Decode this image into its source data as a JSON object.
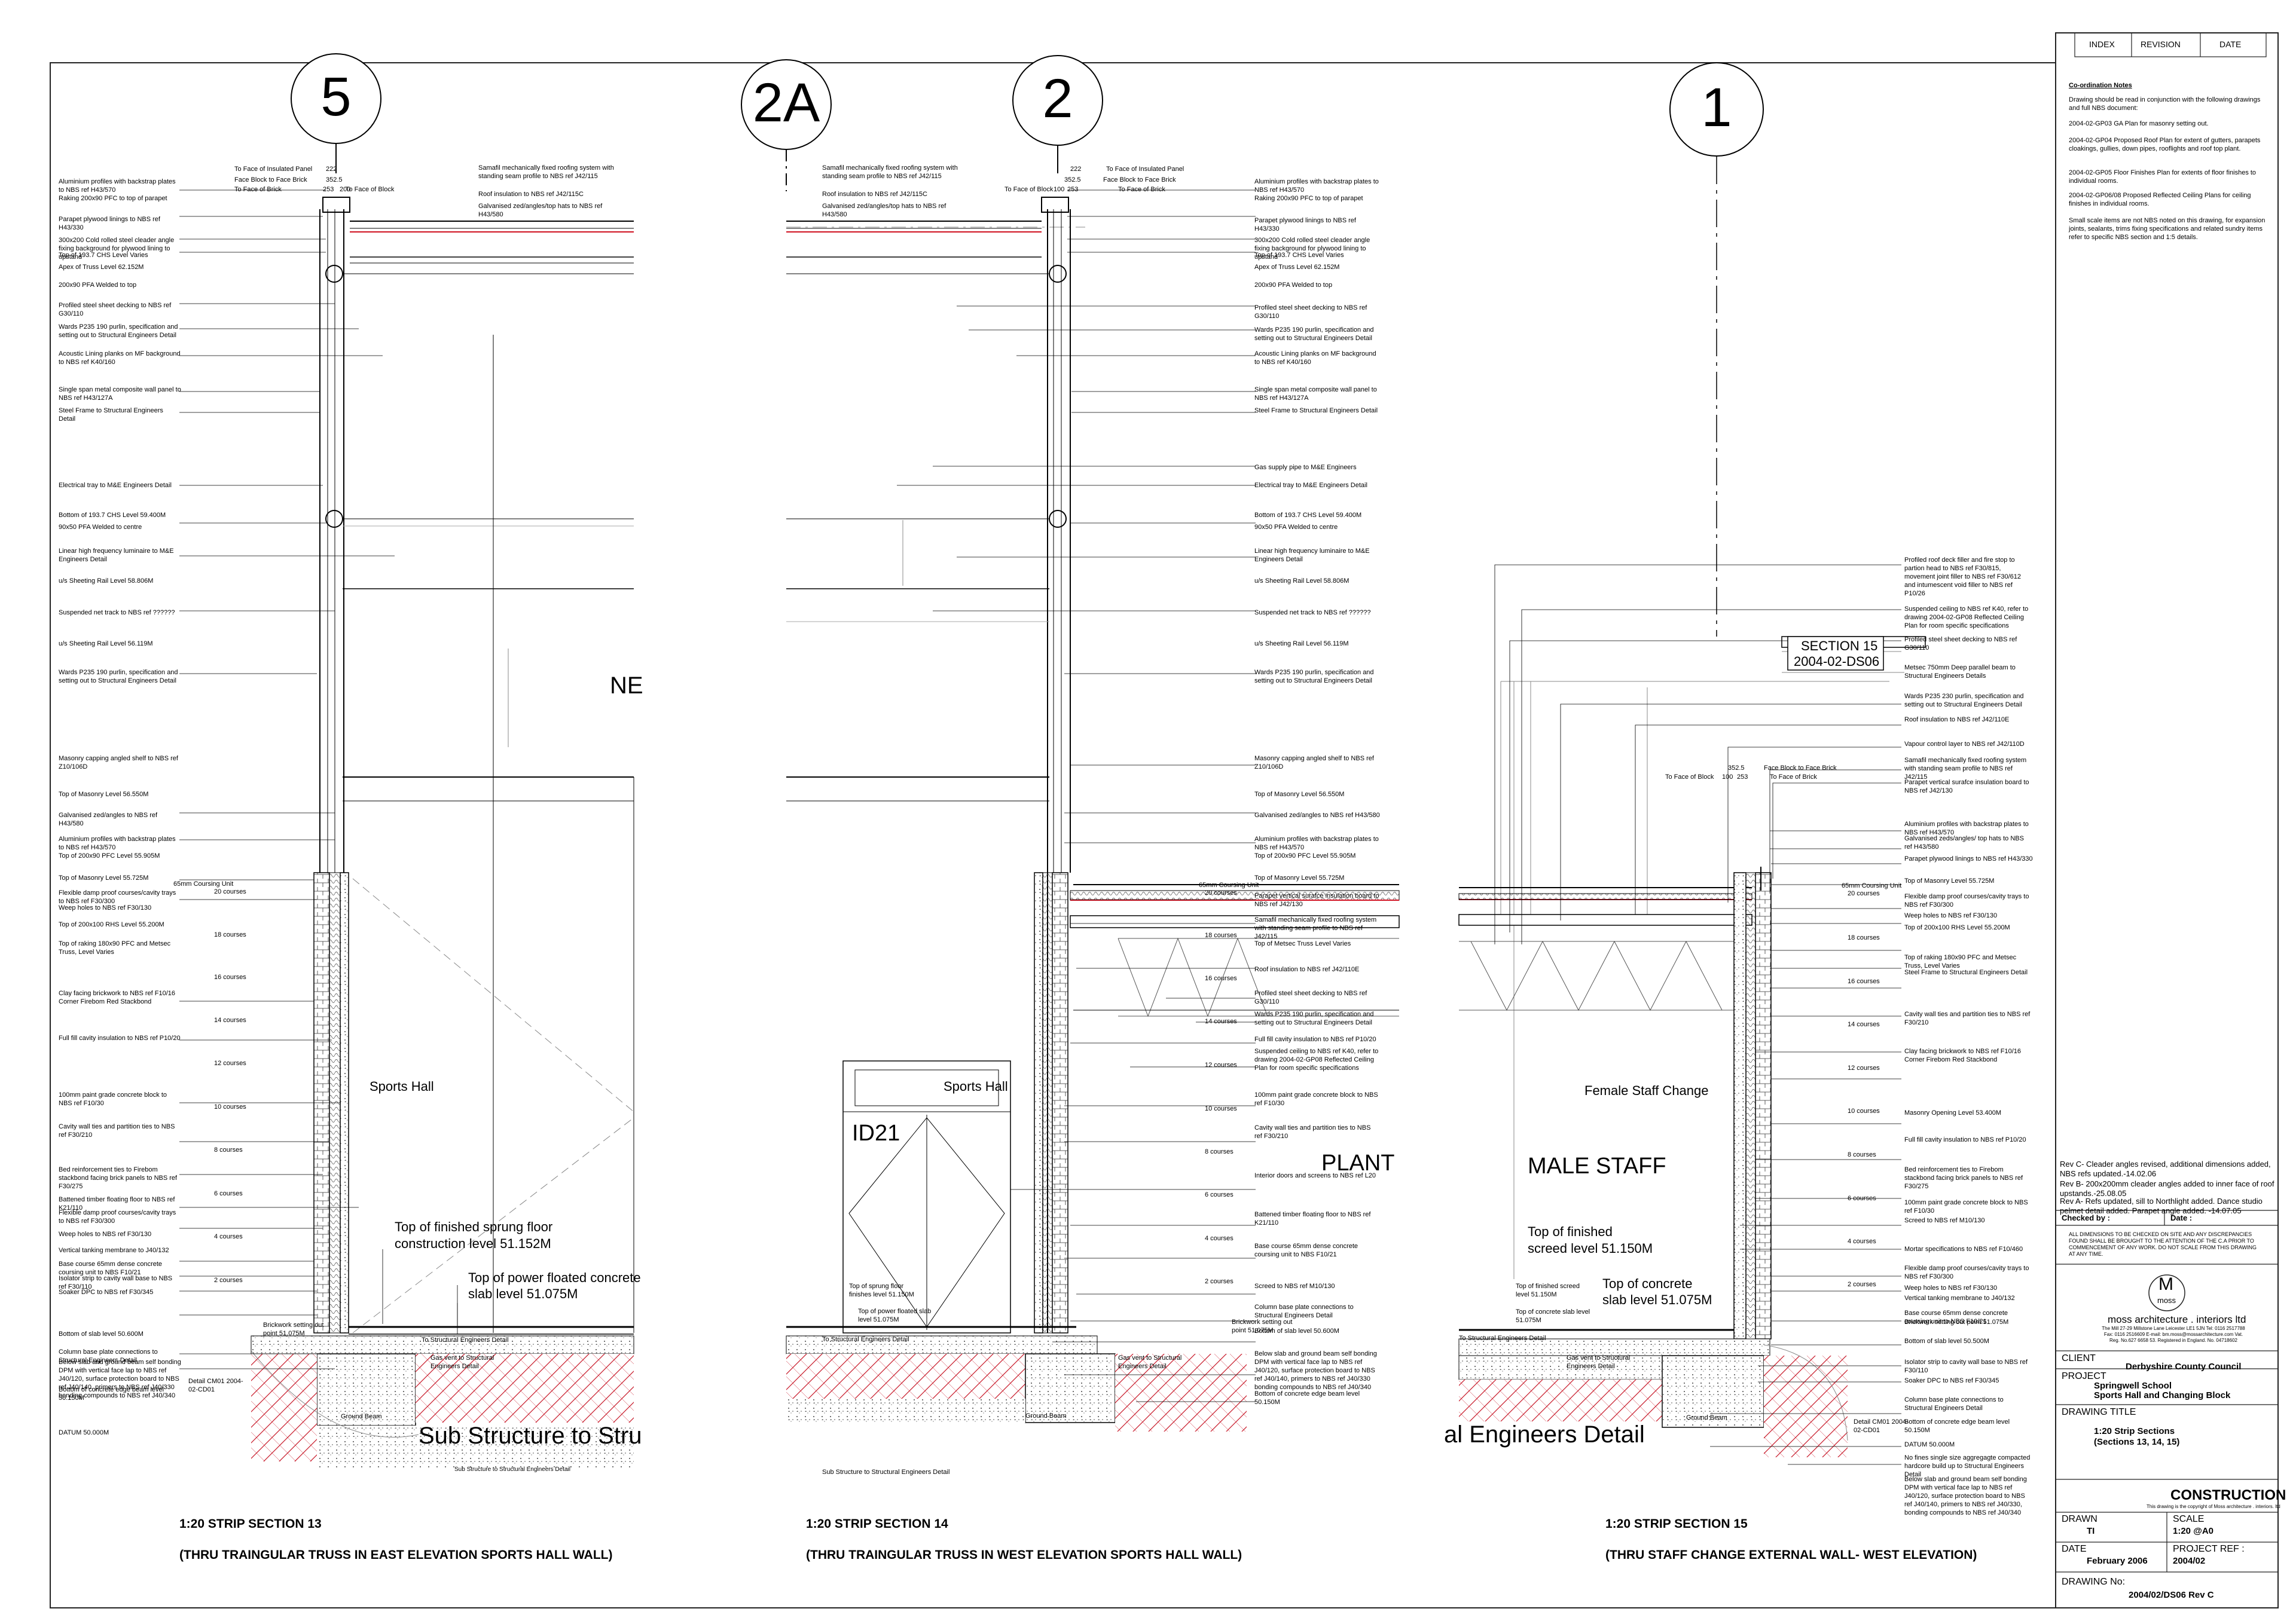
{
  "grid": {
    "g5": "5",
    "g2a": "2A",
    "g2": "2",
    "g1": "1"
  },
  "title_block": {
    "header": [
      "INDEX",
      "REVISION",
      "DATE"
    ],
    "notes_title": "Co-ordination Notes",
    "notes": [
      "Drawing should be read in conjunction with the following drawings and full NBS document:",
      "2004-02-GP03 GA Plan for masonry setting out.",
      "2004-02-GP04 Proposed Roof Plan for extent of gutters, parapets cloakings, gullies, down pipes, rooflights and roof top plant.",
      "2004-02-GP05 Floor Finishes Plan for extents of floor finishes to individual rooms.",
      "2004-02-GP06/08 Proposed Reflected Ceiling Plans for ceiling finishes in individual rooms.",
      "Small scale items are not NBS noted on this drawing, for expansion joints, sealants, trims fixing specifications and related sundry items refer to specific NBS section and 1:5 details."
    ],
    "revisions": [
      "Rev C- Cleader angles revised, additional dimensions added, NBS refs updated.-14.02.06",
      "Rev B- 200x200mm cleader angles added to inner face of roof upstands.-25.08.05",
      "Rev A- Refs updated, sill to Northlight added. Dance studio pelmet detail added. Parapet angle added. -14.07.05"
    ],
    "checked_by": "Checked by :",
    "date_label": "Date :",
    "warning": "ALL DIMENSIONS TO BE CHECKED ON SITE AND ANY DISCREPANCIES FOUND SHALL BE BROUGHT TO THE ATTENTION OF THE C.A PRIOR TO COMMENCEMENT OF ANY WORK. DO NOT SCALE FROM THIS DRAWING AT ANY TIME.",
    "logo_letter": "M",
    "logo_word": "moss",
    "firm": "moss architecture . interiors ltd",
    "firm_address": "The Mill 27-29 Millstone Lane Leicester LE1 5JN Tel: 0116 2517788 Fax: 0116 2516609 E-mail: bm.moss@mossarchitecture.com Vat. Reg. No.627 6658 53. Registered in England. No. 04718602",
    "client_label": "CLIENT",
    "client": "Derbyshire County Council",
    "project_label": "PROJECT",
    "project_line1": "Springwell School",
    "project_line2": "Sports Hall and Changing Block",
    "drawing_title_label": "DRAWING TITLE",
    "drawing_title1": "1:20 Strip Sections",
    "drawing_title2": "(Sections 13, 14, 15)",
    "status": "CONSTRUCTION",
    "copyright": "This drawing is the copyright of Moss architecture . interiors. ltd",
    "drawn_label": "DRAWN",
    "drawn": "TI",
    "scale_label": "SCALE",
    "scale": "1:20  @A0",
    "date_title": "DATE",
    "date": "February 2006",
    "project_ref_label": "PROJECT REF :",
    "project_ref": "2004/02",
    "drawing_no_label": "DRAWING No:",
    "drawing_no": "2004/02/DS06 Rev C"
  },
  "sections": [
    {
      "title": "1:20 STRIP SECTION 13",
      "subtitle": "(THRU TRAINGULAR TRUSS IN EAST ELEVATION SPORTS HALL WALL)"
    },
    {
      "title": "1:20 STRIP SECTION 14",
      "subtitle": "(THRU TRAINGULAR TRUSS IN WEST ELEVATION SPORTS HALL WALL)"
    },
    {
      "title": "1:20 STRIP SECTION 15",
      "subtitle": "(THRU STAFF CHANGE EXTERNAL WALL- WEST ELEVATION)"
    }
  ],
  "rooms": {
    "sports_hall_1": "Sports Hall",
    "sports_hall_2": "Sports Hall",
    "nb": "NE",
    "plant": "PLANT",
    "id21": "ID21",
    "female": "Female Staff Change",
    "male": "MALE STAFF",
    "sub1": "Sub Structure to Stru",
    "sub3": "al Engineers Detail",
    "sub2": "Sub Structure to Structural Engineers Detail"
  },
  "floor_levels": {
    "s13_a": "Top of finished sprung floor",
    "s13_b": "construction level 51.152M",
    "s13_c": "Top of power floated concrete",
    "s13_d": "slab level 51.075M",
    "s15_a": "Top of finished",
    "s15_b": "screed level 51.150M",
    "s15_c": "Top of concrete",
    "s15_d": "slab level 51.075M"
  },
  "section15_tag": {
    "line1": "SECTION 15",
    "line2": "2004-02-DS06"
  },
  "dims": {
    "s13": [
      "To Face of Insulated Panel",
      "Face Block to Face Brick",
      "To Face of Brick",
      "To Face of Block",
      "222",
      "352.5",
      "253",
      "200"
    ],
    "s14": [
      "To Face of Insulated Panel",
      "Face Block to Face Brick",
      "To Face of Block",
      "To Face of Brick",
      "222",
      "352.5",
      "253",
      "100"
    ],
    "s15": [
      "352.5",
      "Face Block to Face Brick",
      "To Face of Block",
      "To Face of Brick",
      "100",
      "253"
    ]
  },
  "labels_s13": [
    "Aluminium profiles with backstrap plates to NBS ref H43/570",
    "Raking 200x90 PFC to top of parapet",
    "Parapet plywood linings to NBS ref H43/330",
    "300x200 Cold rolled steel cleader angle fixing background for plywood lining to upstand",
    "Top of 193.7 CHS Level Varies",
    "Apex of Truss Level 62.152M",
    "200x90 PFA Welded to top",
    "Profiled steel sheet decking to NBS ref G30/110",
    "Wards P235 190 purlin, specification and setting out to Structural Engineers Detail",
    "Acoustic Lining planks on MF background to NBS ref K40/160",
    "Single span metal composite wall panel to NBS ref H43/127A",
    "Steel Frame to Structural Engineers Detail",
    "Electrical tray to M&E Engineers Detail",
    "Bottom of 193.7 CHS Level 59.400M",
    "90x50 PFA Welded to centre",
    "Linear high frequency luminaire to M&E Engineers Detail",
    "u/s Sheeting Rail Level 58.806M",
    "Suspended net track to NBS ref ??????",
    "u/s Sheeting Rail Level 56.119M",
    "Wards P235 190 purlin, specification and setting out to Structural Engineers Detail",
    "Masonry capping angled shelf to NBS ref Z10/106D",
    "Top of Masonry Level 56.550M",
    "Galvanised zed/angles to NBS ref H43/580",
    "Aluminium profiles with backstrap plates to NBS ref H43/570",
    "Top of 200x90 PFC Level 55.905M",
    "Top of Masonry Level 55.725M",
    "Flexible damp proof courses/cavity trays to NBS ref F30/300",
    "Weep holes to NBS ref F30/130",
    "Top of 200x100 RHS Level 55.200M",
    "Top of raking 180x90 PFC and Metsec Truss, Level Varies",
    "Clay facing brickwork to NBS ref F10/16 Corner Firebom Red Stackbond",
    "Full fill cavity insulation to NBS ref P10/20",
    "100mm paint grade concrete block to NBS ref F10/30",
    "Cavity wall ties and partition ties to NBS ref F30/210",
    "Bed reinforcement ties to Firebom stackbond facing brick panels to NBS ref F30/275",
    "Battened timber floating floor to NBS ref K21/110",
    "Flexible damp proof courses/cavity trays to NBS ref F30/300",
    "Weep holes to NBS ref F30/130",
    "Vertical tanking membrane to J40/132",
    "Base course 65mm dense concrete coursing unit to NBS F10/21",
    "Isolator strip to cavity wall base to NBS ref F30/110",
    "Soaker DPC to NBS ref F30/345",
    "Bottom of slab level 50.600M",
    "Column base plate connections to Structural Engineers Detail",
    "Below slab and ground beam self bonding DPM with vertical face lap to NBS ref J40/120, surface protection board to NBS ref J40/140, primers to NBS ref J40/330 bonding compounds to NBS ref J40/340",
    "Bottom of concrete edge beam level 50.150M",
    "DATUM 50.000M"
  ],
  "labels_s14": [
    "Aluminium profiles with backstrap plates to NBS ref H43/570",
    "Raking 200x90 PFC to top of parapet",
    "Parapet plywood linings to NBS ref H43/330",
    "300x200 Cold rolled steel cleader angle fixing background for plywood lining to upstand",
    "Top of 193.7 CHS Level Varies",
    "Apex of Truss Level 62.152M",
    "200x90 PFA Welded to top",
    "Profiled steel sheet decking to NBS ref G30/110",
    "Wards P235 190 purlin, specification and setting out to Structural Engineers Detail",
    "Acoustic Lining planks on MF background to NBS ref K40/160",
    "Single span metal composite wall panel to NBS ref H43/127A",
    "Steel Frame to Structural Engineers Detail",
    "Gas supply pipe to M&E Engineers",
    "Electrical tray to M&E Engineers Detail",
    "Bottom of 193.7 CHS Level 59.400M",
    "90x50 PFA Welded to centre",
    "Linear high frequency luminaire to M&E Engineers Detail",
    "u/s Sheeting Rail Level 58.806M",
    "Suspended net track to NBS ref ??????",
    "u/s Sheeting Rail Level 56.119M",
    "Wards P235 190 purlin, specification and setting out to Structural Engineers Detail",
    "Masonry capping angled shelf to NBS ref Z10/106D",
    "Top of Masonry Level 56.550M",
    "Galvanised zed/angles to NBS ref H43/580",
    "Aluminium profiles with backstrap plates to NBS ref H43/570",
    "Top of 200x90 PFC Level 55.905M",
    "Top of Masonry Level 55.725M",
    "Parapet vertical surafce insulation board to NBS ref J42/130",
    "Samafil mechanically fixed roofing system with standing seam profile to NBS ref J42/115",
    "Top of Metsec Truss Level Varies",
    "Roof insulation to NBS ref J42/110E",
    "Profiled steel sheet decking to NBS ref G30/110",
    "Wards P235 190 purlin, specification and setting out to Structural Engineers Detail",
    "Full fill cavity insulation to NBS ref P10/20",
    "Suspended ceiling to NBS ref K40, refer to drawing 2004-02-GP08 Reflected Ceiling Plan for room specific specifications",
    "100mm paint grade concrete block to NBS ref F10/30",
    "Cavity wall ties and partition ties to NBS ref F30/210",
    "Interior doors and screens to NBS ref L20",
    "Battened timber floating floor to NBS ref K21/110",
    "Base course 65mm dense concrete coursing unit to NBS F10/21",
    "Screed to NBS ref M10/130",
    "Column base plate connections to Structural Engineers Detail",
    "Bottom of slab level 50.600M",
    "Below slab and ground beam self bonding DPM with vertical face lap to NBS ref J40/120, surface protection board to NBS ref J40/140, primers to NBS ref J40/330 bonding compounds to NBS ref J40/340",
    "Bottom of concrete edge beam level 50.150M"
  ],
  "labels_s14_left": [
    "Samafil mechanically fixed roofing system with standing seam profile to NBS ref J42/115",
    "Roof insulation to NBS ref J42/115C",
    "Galvanised zed/angles/top hats to NBS ref H43/580",
    "Top of sprung floor finishes level 51.150M",
    "Top of power floated slab level 51.075M",
    "To Structural Engineers Detail",
    "Sub Structure to Structural Engineers Detail"
  ],
  "labels_s13_top": [
    "Samafil mechanically fixed roofing system with standing seam profile to NBS ref J42/115",
    "Roof insulation to NBS ref J42/115C",
    "Galvanised zed/angles/top hats to NBS ref H43/580"
  ],
  "labels_s15": [
    "Profiled roof deck filler and fire stop to partion head to NBS ref F30/815, movement joint filler to NBS ref F30/612 and intumescent void filler to NBS ref P10/26",
    "Suspended ceiling to NBS ref K40, refer to drawing 2004-02-GP08 Reflected Ceiling Plan for room specific specifications",
    "Profiled steel sheet decking to NBS ref G30/110",
    "Metsec 750mm Deep parallel beam to Structural Engineers Details",
    "Wards P235 230 purlin, specification and setting out to Structural Engineers Detail",
    "Roof insulation to NBS ref J42/110E",
    "Vapour control layer to NBS ref J42/110D",
    "Samafil mechanically fixed roofing system with standing seam profile to NBS ref J42/115",
    "Parapet vertical surafce insulation board to NBS ref J42/130",
    "Aluminium profiles with backstrap plates to NBS ref H43/570",
    "Galvanised zeds/angles/ top hats to NBS ref H43/580",
    "Parapet plywood linings to NBS ref H43/330",
    "Top of Masonry Level 55.725M",
    "Flexible damp proof courses/cavity trays to NBS ref F30/300",
    "Weep holes to NBS ref F30/130",
    "Top of 200x100 RHS Level 55.200M",
    "Top of raking 180x90 PFC and Metsec Truss, Level Varies",
    "Steel Frame to Structural Engineers Detail",
    "Cavity wall ties and partition ties to NBS ref F30/210",
    "Clay facing brickwork to NBS ref F10/16 Corner Firebom Red Stackbond",
    "Masonry Opening Level 53.400M",
    "Full fill cavity insulation to NBS ref P10/20",
    "Bed reinforcement ties to Firebom stackbond facing brick panels to NBS ref F30/275",
    "100mm paint grade concrete block to NBS ref F10/30",
    "Screed to NBS ref M10/130",
    "Mortar specifications to NBS ref F10/460",
    "Flexible damp proof courses/cavity trays to NBS ref F30/300",
    "Weep holes to NBS ref F30/130",
    "Vertical tanking membrane to J40/132",
    "Base course 65mm dense concrete coursing unit to NBS F10/21",
    "Brickwork setting out point 51.075M",
    "Bottom of slab level 50.500M",
    "Isolator strip to cavity wall base to NBS ref F30/110",
    "Soaker DPC to NBS ref F30/345",
    "Column base plate connections to Structural Engineers Detail",
    "Bottom of concrete edge beam level 50.150M",
    "DATUM 50.000M",
    "No fines single size aggregagte compacted hardcore build up to Structural Engineers Detail",
    "Below slab and ground beam self bonding DPM with vertical face lap to NBS ref J40/120, surface protection board to NBS ref J40/140, primers to NBS ref J40/330, bonding compounds to NBS ref J40/340"
  ],
  "courses": [
    "65mm Coursing Unit",
    "20 courses",
    "18 courses",
    "16 courses",
    "14 courses",
    "12 courses",
    "10 courses",
    "8 courses",
    "6 courses",
    "4 courses",
    "2 courses"
  ],
  "misc": {
    "brickwork_s13": "Brickwork setting out point 51.075M",
    "detail_s13": "Detail CM01 2004-02-CD01",
    "ground_beam": "Ground Beam",
    "gas_vent": "Gas vent to Structural Engineers Detail",
    "to_struct": "To Structural Engineers Detail",
    "detail_s15": "Detail CM01 2004-02-CD01",
    "level_s15a": "Top of finished screed level 51.150M",
    "level_s15b": "Top of concrete slab level 51.075M",
    "s14_door_label": "Interior doors and screens to NBS ref L20",
    "brickwork_s14": "Brickwork setting out point 51.075M"
  },
  "colors": {
    "red": "#d01020",
    "hatch": "#c81828"
  }
}
